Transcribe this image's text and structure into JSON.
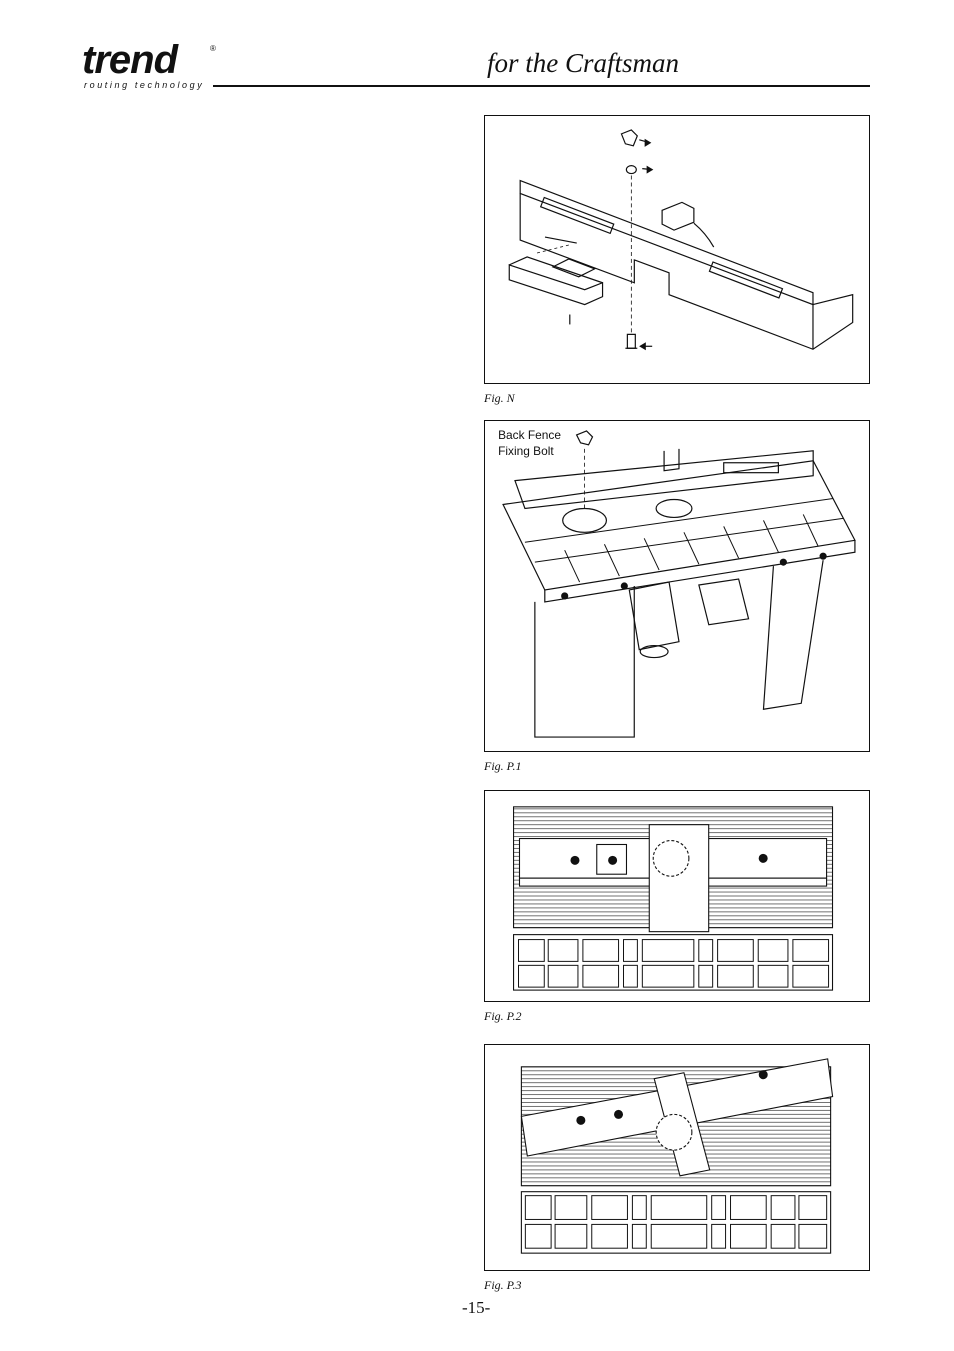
{
  "header": {
    "logo_word": "trend",
    "logo_registered": "®",
    "logo_tagline": "routing technology",
    "title": "for the Craftsman"
  },
  "figures": [
    {
      "caption": "Fig. N",
      "callouts": []
    },
    {
      "caption": "Fig. P.1",
      "callouts": [
        "Back Fence",
        "Fixing Bolt"
      ]
    },
    {
      "caption": "Fig. P.2",
      "callouts": []
    },
    {
      "caption": "Fig. P.3",
      "callouts": []
    }
  ],
  "footer": {
    "page_number": "-15-"
  }
}
